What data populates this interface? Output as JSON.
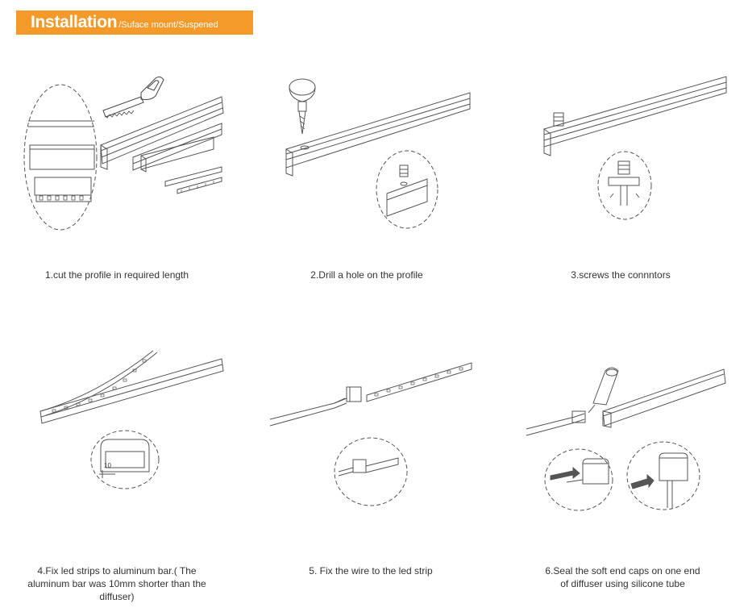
{
  "header": {
    "title": "Installation",
    "subtitle": "/Suface mount/Suspened"
  },
  "steps": [
    {
      "caption": "1.cut the profile in required length"
    },
    {
      "caption": "2.Drill a hole on the profile"
    },
    {
      "caption": "3.screws the connntors"
    },
    {
      "caption": "4.Fix led strips to aluminum bar.( The aluminum bar was 10mm shorter than the diffuser)",
      "dimension_label": "10"
    },
    {
      "caption": "5. Fix the wire to the led strip"
    },
    {
      "caption": "6.Seal the soft end caps on one end of diffuser using silicone tube"
    }
  ],
  "colors": {
    "banner": "#f39a2a",
    "line": "#555555"
  }
}
